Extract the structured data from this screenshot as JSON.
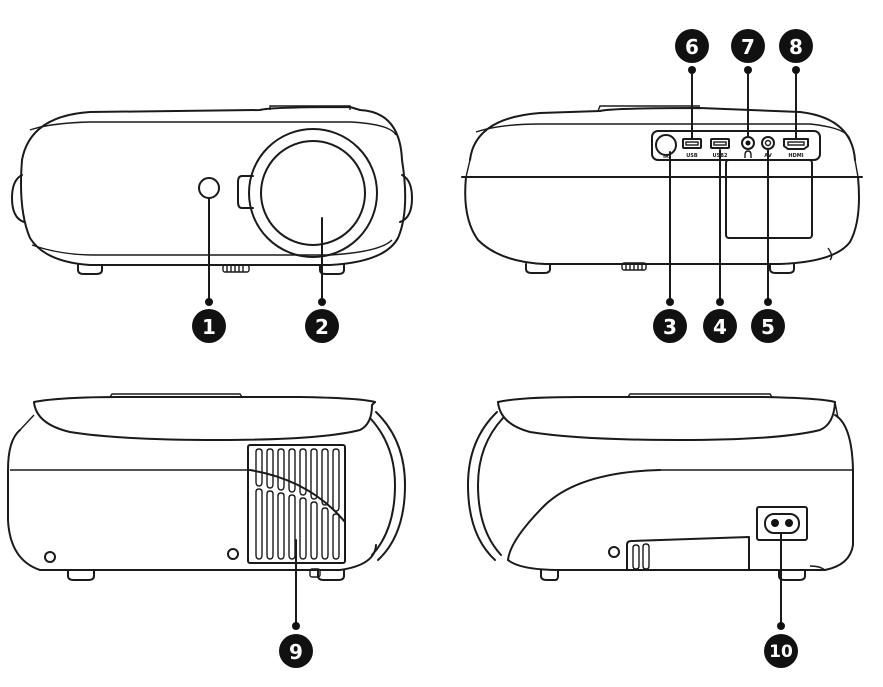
{
  "ports": {
    "ir": "IR",
    "usb": "USB",
    "usb2": "USB2",
    "av": "AV",
    "hdmi": "HDMI",
    "headphone_icon": "headphone-icon"
  },
  "callouts": [
    "1",
    "2",
    "3",
    "4",
    "5",
    "6",
    "7",
    "8",
    "9",
    "10"
  ],
  "colors": {
    "stroke": "#1a1a1a",
    "callout": "#111111",
    "background": "#ffffff"
  }
}
